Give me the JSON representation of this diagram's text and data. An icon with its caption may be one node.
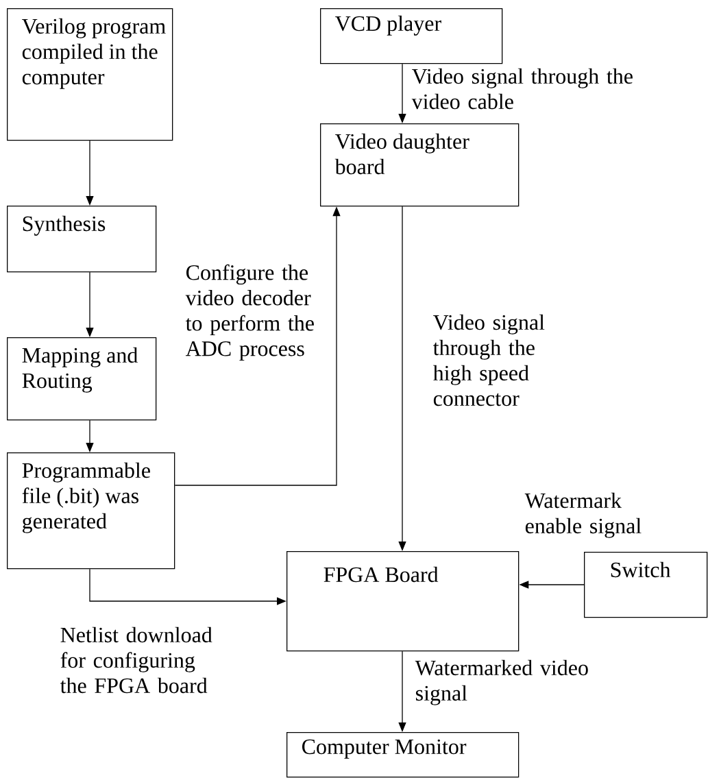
{
  "diagram": {
    "nodes": [
      {
        "text": [
          "Verilog program compiled in the computer"
        ]
      },
      {
        "text": [
          "Synthesis"
        ]
      },
      {
        "text": [
          "Mapping and Routing"
        ]
      },
      {
        "text": [
          "Programmable file (.bit) was generated"
        ]
      },
      {
        "text": [
          "VCD player"
        ]
      },
      {
        "text": [
          "Video daughter board"
        ]
      },
      {
        "text": [
          "FPGA Board"
        ]
      },
      {
        "text": [
          "Switch"
        ]
      },
      {
        "text": [
          "Computer Monitor"
        ]
      }
    ],
    "edges": [
      {
        "from": 0,
        "to": 1,
        "arrow": "to"
      },
      {
        "from": 1,
        "to": 2,
        "arrow": "to"
      },
      {
        "from": 2,
        "to": 3,
        "arrow": "to"
      },
      {
        "from": 4,
        "to": 5,
        "arrow": "to",
        "label": "Video signal through the video cable"
      },
      {
        "from": 3,
        "to": 5,
        "arrow": "to",
        "label": "Configure the video decoder to perform the ADC process"
      },
      {
        "from": 5,
        "to": 6,
        "arrow": "to",
        "label": "Video signal through the high speed connector"
      },
      {
        "from": 7,
        "to": 6,
        "arrow": "to",
        "label": "Watermark enable signal"
      },
      {
        "from": 3,
        "to": 6,
        "arrow": "to",
        "label": "Netlist download for configuring the FPGA board"
      },
      {
        "from": 6,
        "to": 8,
        "arrow": "to",
        "label": "Watermarked video signal"
      }
    ]
  }
}
